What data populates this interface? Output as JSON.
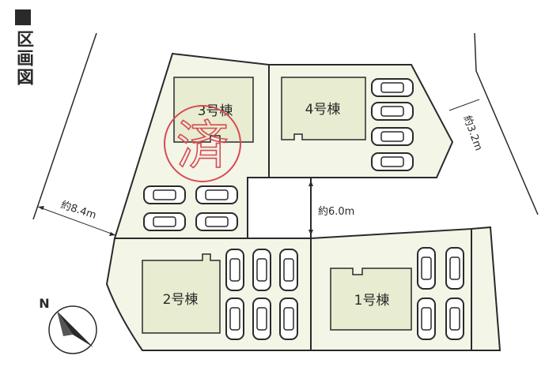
{
  "title": "区画図",
  "colors": {
    "lot_fill": "#f3f5e7",
    "building_fill": "#e8ecd0",
    "road_fill": "#ffffff",
    "line": "#2a2a2a",
    "stamp": "#d84a55"
  },
  "buildings": [
    {
      "id": "b1",
      "label": "1号棟"
    },
    {
      "id": "b2",
      "label": "2号棟"
    },
    {
      "id": "b3",
      "label": "3号棟"
    },
    {
      "id": "b4",
      "label": "4号棟"
    }
  ],
  "roads": [
    {
      "id": "west",
      "width_label": "約8.4m"
    },
    {
      "id": "center",
      "width_label": "約6.0m"
    },
    {
      "id": "east",
      "width_label": "約3.2m"
    }
  ],
  "stamp_text": "済",
  "compass_label": "N"
}
